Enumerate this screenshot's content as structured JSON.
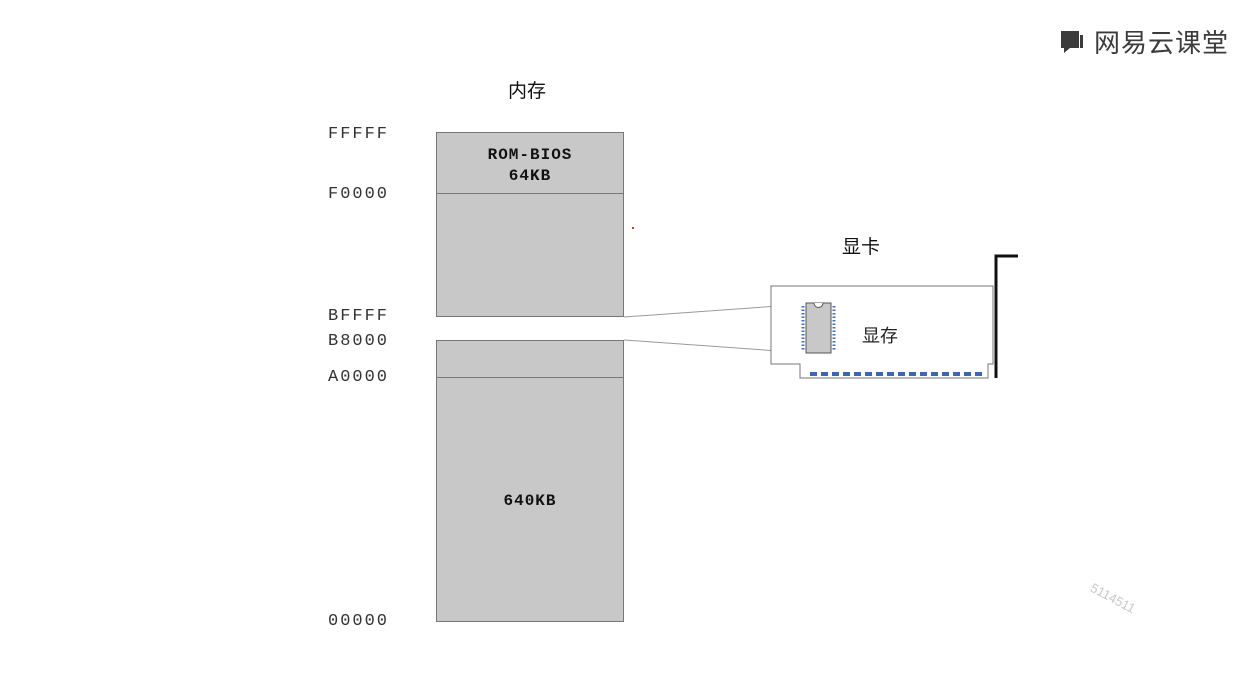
{
  "brand": {
    "name": "网易云课堂",
    "icon": "book-icon"
  },
  "diagram": {
    "memory_title": "内存",
    "addresses": {
      "a_fffff": "FFFFF",
      "a_f0000": "F0000",
      "a_bffff": "BFFFF",
      "a_b8000": "B8000",
      "a_a0000": "A0000",
      "a_00000": "00000"
    },
    "rom_block": {
      "line1": "ROM-BIOS",
      "line2": "64KB"
    },
    "ram_block": {
      "label": "640KB"
    },
    "graphics_card": {
      "title": "显卡",
      "vram_label": "显存"
    }
  },
  "watermark": "5114511",
  "colors": {
    "block_fill": "#c8c8c8",
    "block_border": "#777777",
    "chip_pins": "#4a6fb5",
    "edge_connector": "#3c66b0",
    "bracket": "#111111"
  }
}
